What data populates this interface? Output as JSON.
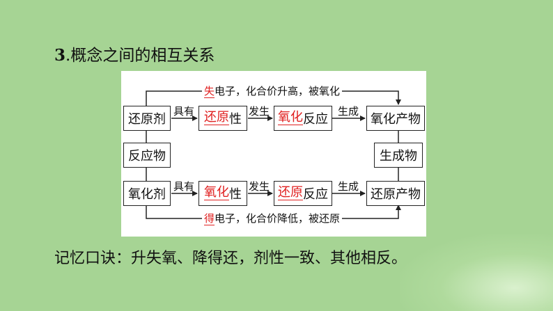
{
  "heading": {
    "number": "3",
    "separator": ".",
    "title": "概念之间的相互关系"
  },
  "diagram": {
    "top_path": {
      "prefix": "失",
      "rest": "电子，化合价升高，被氧化"
    },
    "bottom_path": {
      "prefix": "得",
      "rest": "电子，化合价降低，被还原"
    },
    "row1": {
      "reactant": "还原剂",
      "edge1": "具有",
      "property_key": "还原",
      "property_suffix": "性",
      "edge2": "发生",
      "reaction_key": "氧化",
      "reaction_suffix": "反应",
      "edge3": "生成",
      "product": "氧化产物"
    },
    "middle": {
      "left": "反应物",
      "right": "生成物"
    },
    "row2": {
      "reactant": "氧化剂",
      "edge1": "具有",
      "property_key": "氧化",
      "property_suffix": "性",
      "edge2": "发生",
      "reaction_key": "还原",
      "reaction_suffix": "反应",
      "edge3": "生成",
      "product": "还原产物"
    }
  },
  "footer": {
    "text": "记忆口诀：升失氧、降得还，剂性一致、其他相反。"
  },
  "colors": {
    "background": "#a6d494",
    "highlight": "#e02020"
  }
}
